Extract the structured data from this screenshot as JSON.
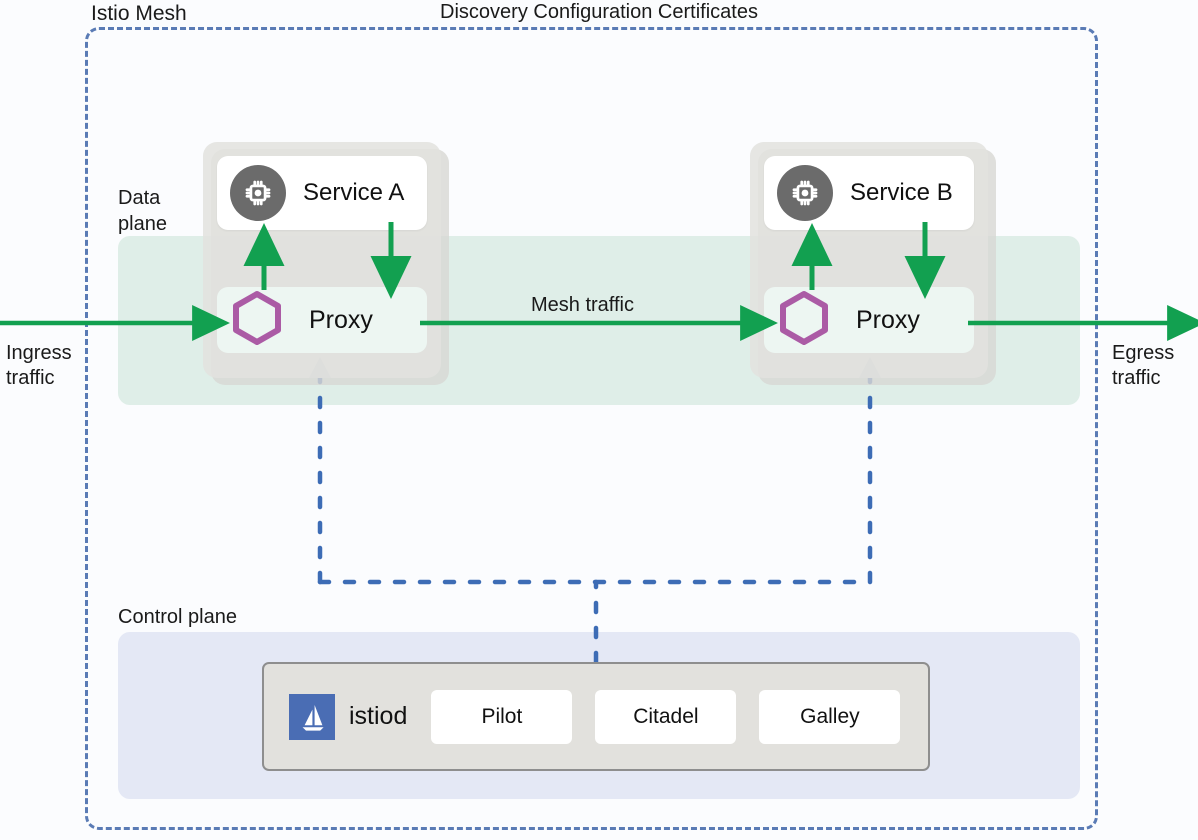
{
  "diagram": {
    "title": "Istio Mesh",
    "planes": {
      "data_plane_label": "Data\nplane",
      "control_plane_label": "Control plane"
    },
    "traffic": {
      "ingress_label": "Ingress\ntraffic",
      "egress_label": "Egress\ntraffic",
      "mesh_label": "Mesh traffic",
      "control_channel_label": "Discovery\nConfiguration\nCertificates"
    },
    "pods": [
      {
        "service_name": "Service A",
        "proxy_name": "Proxy",
        "service_icon": "cpu-chip-icon",
        "proxy_icon": "envoy-hexagon-icon"
      },
      {
        "service_name": "Service B",
        "proxy_name": "Proxy",
        "service_icon": "cpu-chip-icon",
        "proxy_icon": "envoy-hexagon-icon"
      }
    ],
    "control_plane": {
      "istiod_label": "istiod",
      "istiod_icon": "istio-sail-logo",
      "components": [
        "Pilot",
        "Citadel",
        "Galley"
      ]
    },
    "colors": {
      "mesh_border": "#5a7bb5",
      "data_plane_band": "#dfeee8",
      "control_plane_panel": "#e4e8f5",
      "traffic_arrow_green": "#12a050",
      "control_line_blue": "#3d6cb5",
      "envoy_hexagon_purple": "#ab5ba5",
      "service_icon_gray": "#6b6b6b",
      "istiod_logo_blue": "#4a6db4",
      "pod_gray": "#e2e2de",
      "istiod_group_gray": "#e2e1dd"
    }
  }
}
